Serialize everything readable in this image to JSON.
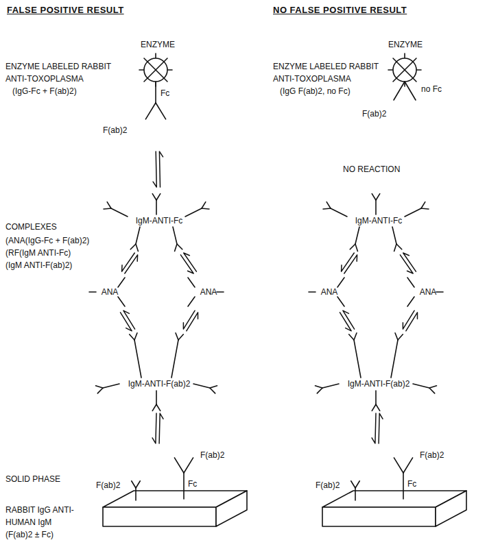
{
  "diagram": {
    "nodes": [
      {
        "text": [
          "ENZYME",
          "F(ab)2",
          "Fc"
        ]
      },
      {
        "text": [
          "IgM-ANTI-Fc"
        ]
      },
      {
        "text": [
          "ANA"
        ]
      },
      {
        "text": [
          "ANA"
        ]
      },
      {
        "text": [
          "IgM-ANTI-F(ab)2"
        ]
      },
      {
        "text": [
          "F(ab)2",
          "F(ab)2",
          "Fc"
        ]
      },
      {
        "text": [
          "ENZYME",
          "F(ab)2",
          "no Fc"
        ]
      },
      {
        "text": [
          "IgM-ANTI-Fc"
        ]
      },
      {
        "text": [
          "ANA"
        ]
      },
      {
        "text": [
          "ANA"
        ]
      },
      {
        "text": [
          "IgM-ANTI-F(ab)2"
        ]
      },
      {
        "text": [
          "F(ab)2",
          "F(ab)2",
          "Fc"
        ]
      }
    ],
    "edges": [
      {
        "from": 0,
        "to": 1,
        "arrow": "both"
      },
      {
        "from": 1,
        "to": 2,
        "arrow": "both"
      },
      {
        "from": 1,
        "to": 3,
        "arrow": "both"
      },
      {
        "from": 2,
        "to": 4,
        "arrow": "both"
      },
      {
        "from": 3,
        "to": 4,
        "arrow": "both"
      },
      {
        "from": 4,
        "to": 5,
        "arrow": "both"
      },
      {
        "from": 7,
        "to": 8,
        "arrow": "both"
      },
      {
        "from": 7,
        "to": 9,
        "arrow": "both"
      },
      {
        "from": 8,
        "to": 10,
        "arrow": "both"
      },
      {
        "from": 9,
        "to": 10,
        "arrow": "both"
      },
      {
        "from": 10,
        "to": 11,
        "arrow": "both"
      }
    ],
    "labels": [
      "FALSE POSITIVE RESULT",
      "NO FALSE POSITIVE RESULT",
      "ENZYME LABELED RABBIT ANTI-TOXOPLASMA",
      "(IgG-Fc + F(ab)2)",
      "ENZYME LABELED RABBIT ANTI-TOXOPLASMA",
      "(IgG F(ab)2, no Fc)",
      "NO REACTION",
      "COMPLEXES",
      "(ANA(IgG-Fc + F(ab)2)",
      "(RF(IgM ANTI-Fc)",
      "(IgM ANTI-F(ab)2)",
      "SOLID PHASE",
      "RABBIT IgG ANTI-HUMAN IgM",
      "(F(ab)2 ± Fc)"
    ]
  }
}
